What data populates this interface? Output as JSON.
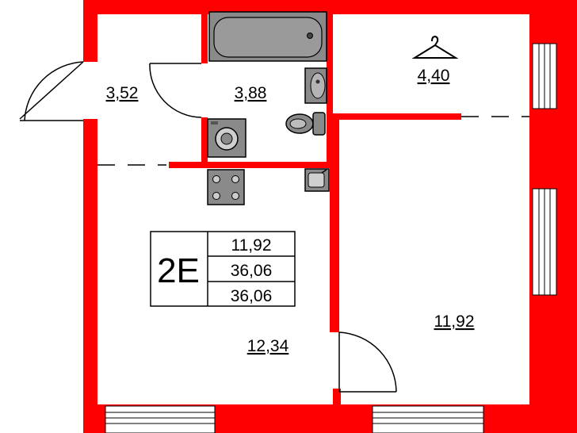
{
  "rooms": [
    {
      "id": "hall",
      "area": "3,52"
    },
    {
      "id": "bathroom",
      "area": "3,88"
    },
    {
      "id": "wardrobe",
      "area": "4,40"
    },
    {
      "id": "kitchen-living",
      "area": "12,34"
    },
    {
      "id": "bedroom",
      "area": "11,92"
    }
  ],
  "apartment": {
    "type": "2E",
    "values": [
      "11,92",
      "36,06",
      "36,06"
    ]
  },
  "colors": {
    "wall": "#ff0000",
    "fixture": "#8a8a8a",
    "line": "#000000"
  },
  "icons": [
    "hanger-icon",
    "bathtub-icon",
    "washbasin-icon",
    "toilet-icon",
    "washing-machine-icon",
    "stove-icon",
    "kitchen-sink-icon"
  ]
}
